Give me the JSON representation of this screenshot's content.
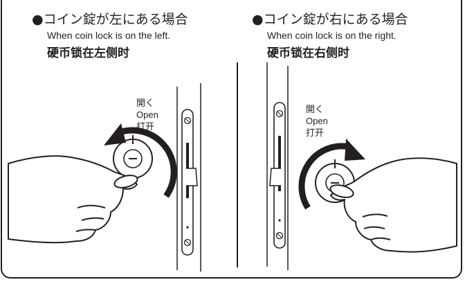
{
  "left": {
    "title_jp": "●コイン錠が左にある場合",
    "title_en": "When coin lock is on the left.",
    "title_zh": "硬币锁在左侧时",
    "open_jp": "開く",
    "open_en": "Open",
    "open_zh": "打开"
  },
  "right": {
    "title_jp": "●コイン錠が右にある場合",
    "title_en": "When coin lock is on the right.",
    "title_zh": "硬币锁在右侧时",
    "open_jp": "開く",
    "open_en": "Open",
    "open_zh": "打开"
  },
  "colors": {
    "ink": "#231f20",
    "background": "#ffffff"
  },
  "icons": [
    "hand-holding-coin-icon",
    "coin-lock-cylinder-icon",
    "rotation-arrow-icon",
    "door-strike-plate-icon"
  ]
}
